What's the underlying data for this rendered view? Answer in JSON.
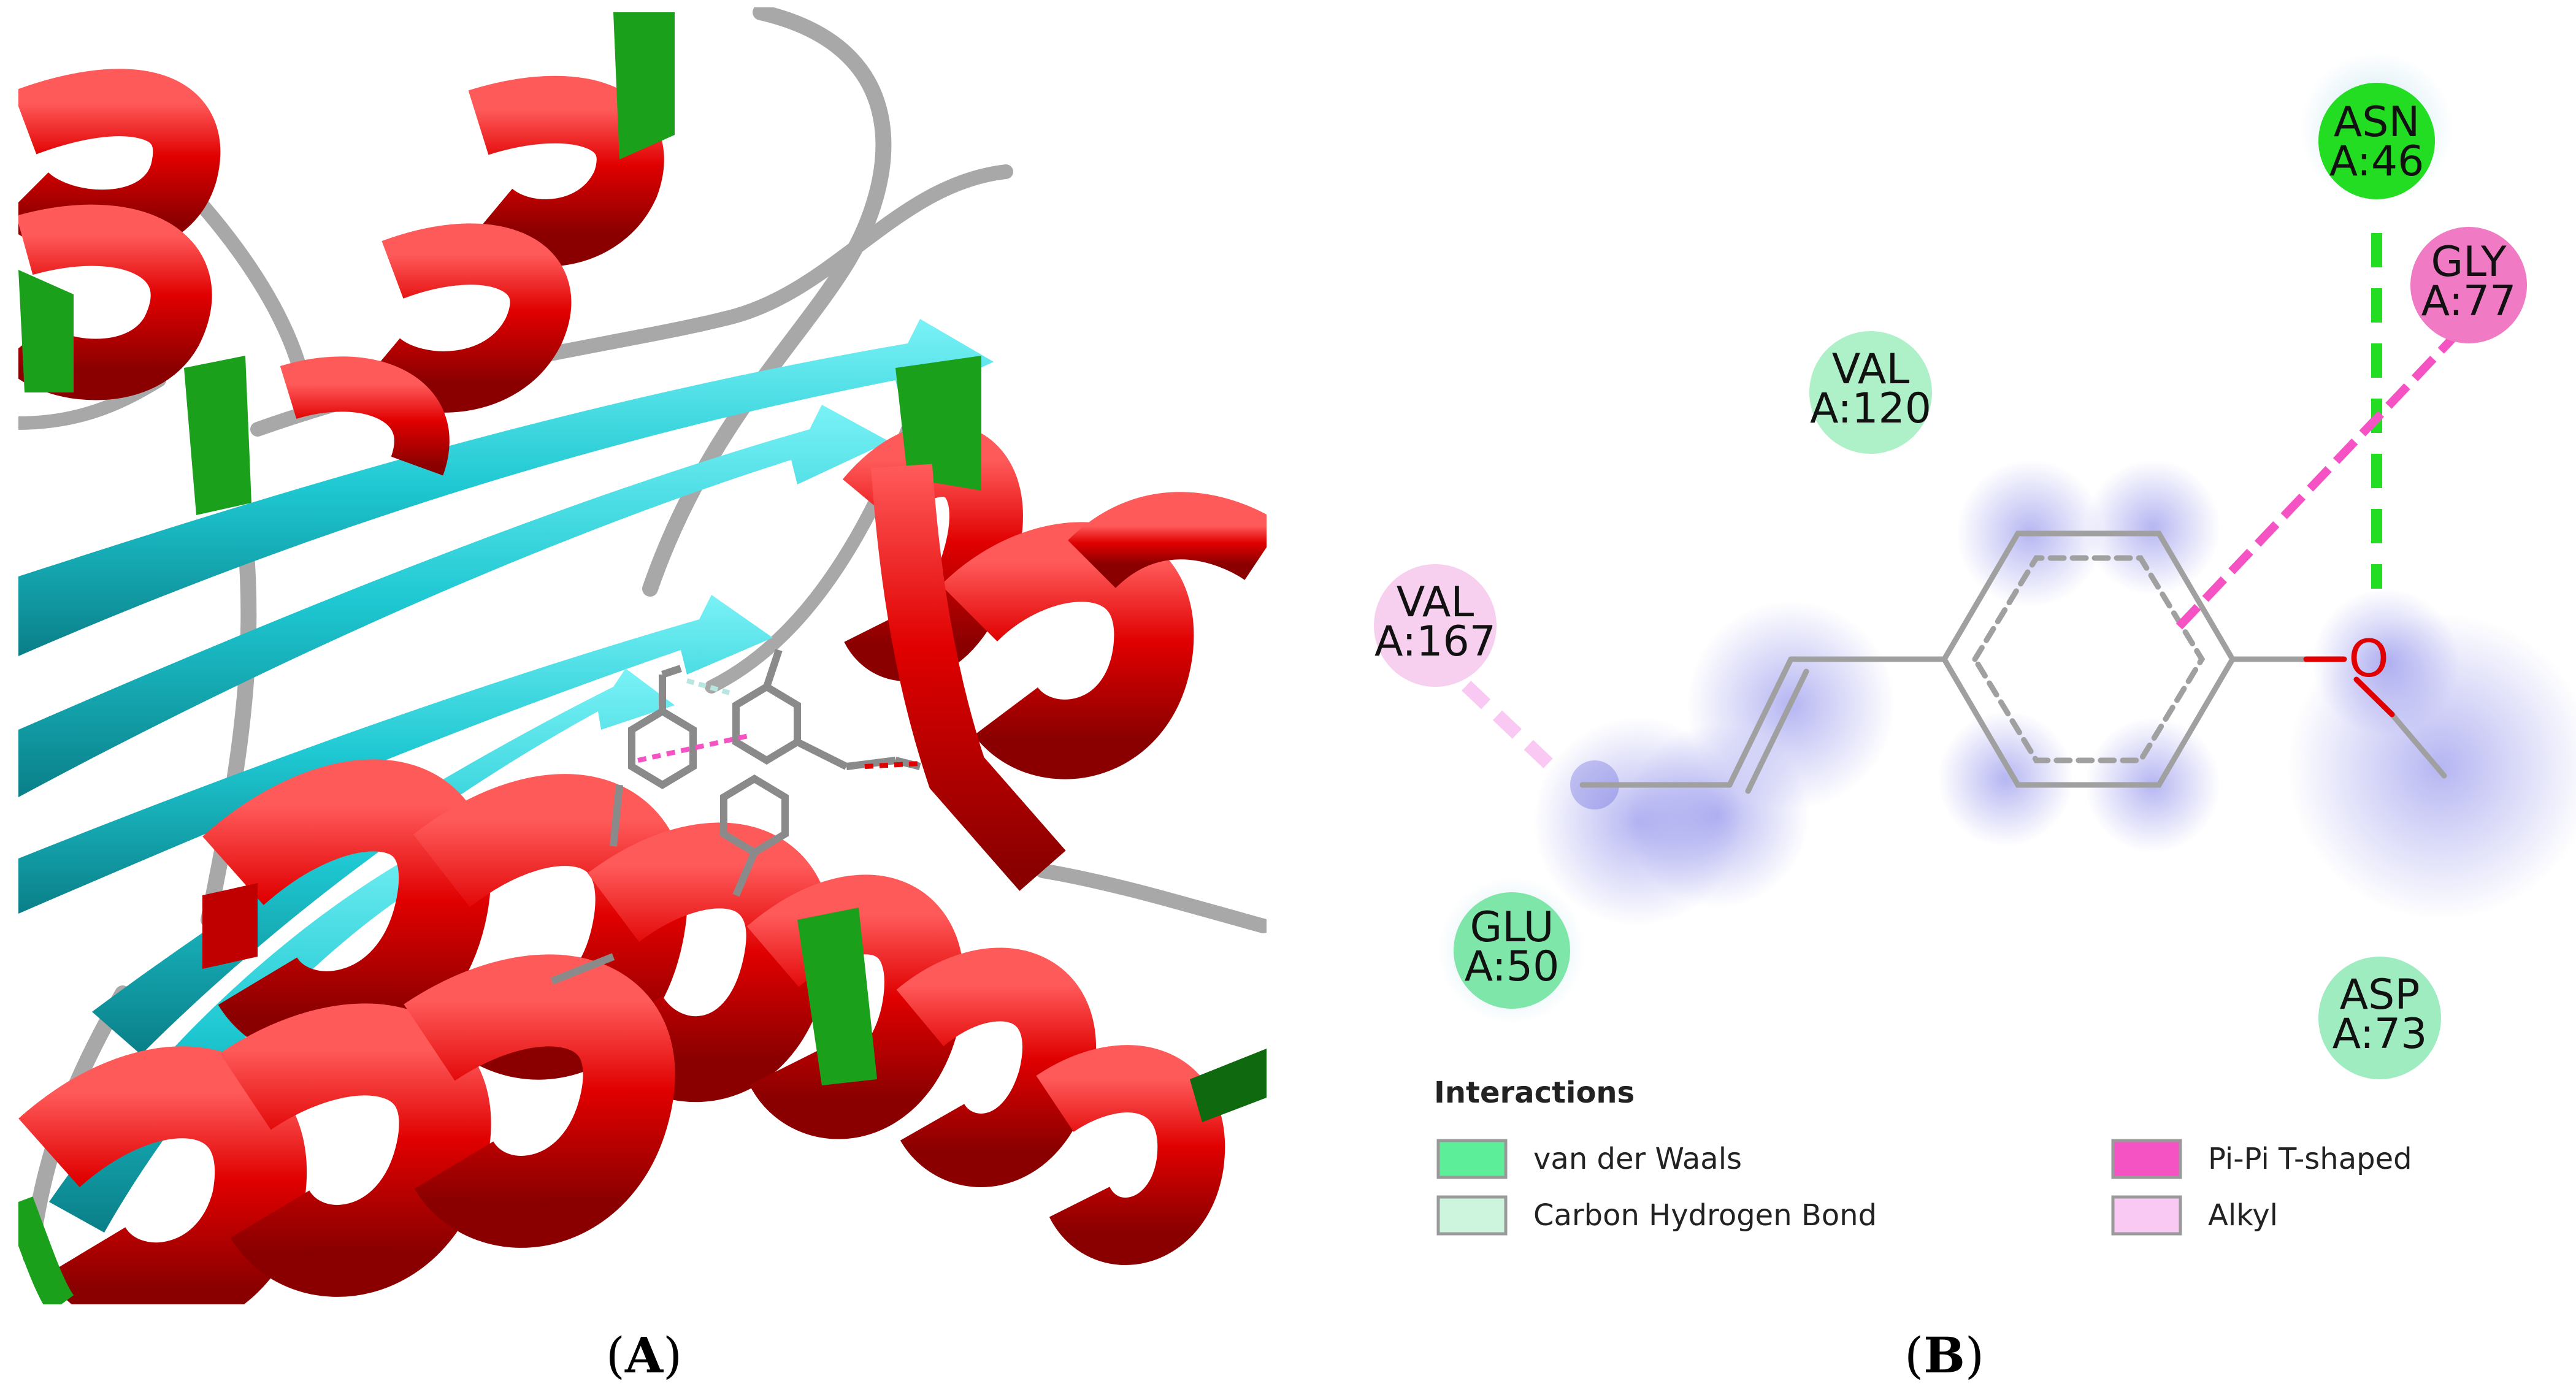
{
  "panels": {
    "a": {
      "open": "(",
      "letter": "A",
      "close": ")"
    },
    "b": {
      "open": "(",
      "letter": "B",
      "close": ")"
    }
  },
  "residues": [
    {
      "id": "asn46",
      "name": "ASN",
      "chain": "A:46",
      "interaction": "Carbon Hydrogen Bond",
      "color": "#22dd22"
    },
    {
      "id": "gly77",
      "name": "GLY",
      "chain": "A:77",
      "interaction": "Pi-Pi T-shaped",
      "color": "#f07ac4"
    },
    {
      "id": "val120",
      "name": "VAL",
      "chain": "A:120",
      "interaction": "van der Waals",
      "color": "#aef0c8"
    },
    {
      "id": "val167",
      "name": "VAL",
      "chain": "A:167",
      "interaction": "Alkyl",
      "color": "#f7d0f0"
    },
    {
      "id": "glu50",
      "name": "GLU",
      "chain": "A:50",
      "interaction": "van der Waals",
      "color": "#7ee6a8"
    },
    {
      "id": "asp73",
      "name": "ASP",
      "chain": "A:73",
      "interaction": "van der Waals",
      "color": "#9eecc0"
    }
  ],
  "legend": {
    "title": "Interactions",
    "items": [
      {
        "label": "van der Waals",
        "color": "#5cee98"
      },
      {
        "label": "Carbon Hydrogen Bond",
        "color": "#cdf5de"
      },
      {
        "label": "Pi-Pi T-shaped",
        "color": "#f553c4"
      },
      {
        "label": "Alkyl",
        "color": "#f9c9f3"
      }
    ]
  },
  "ligand": {
    "heteroatom": "O"
  },
  "colors": {
    "helix": "#e00000",
    "sheet": "#1ec8d2",
    "coil": "#a8a8a8",
    "turn": "#1aa01a",
    "hbond": "#22dd22",
    "pipi": "#f553c4",
    "alkyl": "#f9c9f3",
    "bond": "#a0a0a0",
    "oxygen": "#e00000",
    "glow": "#8c8cf0"
  }
}
